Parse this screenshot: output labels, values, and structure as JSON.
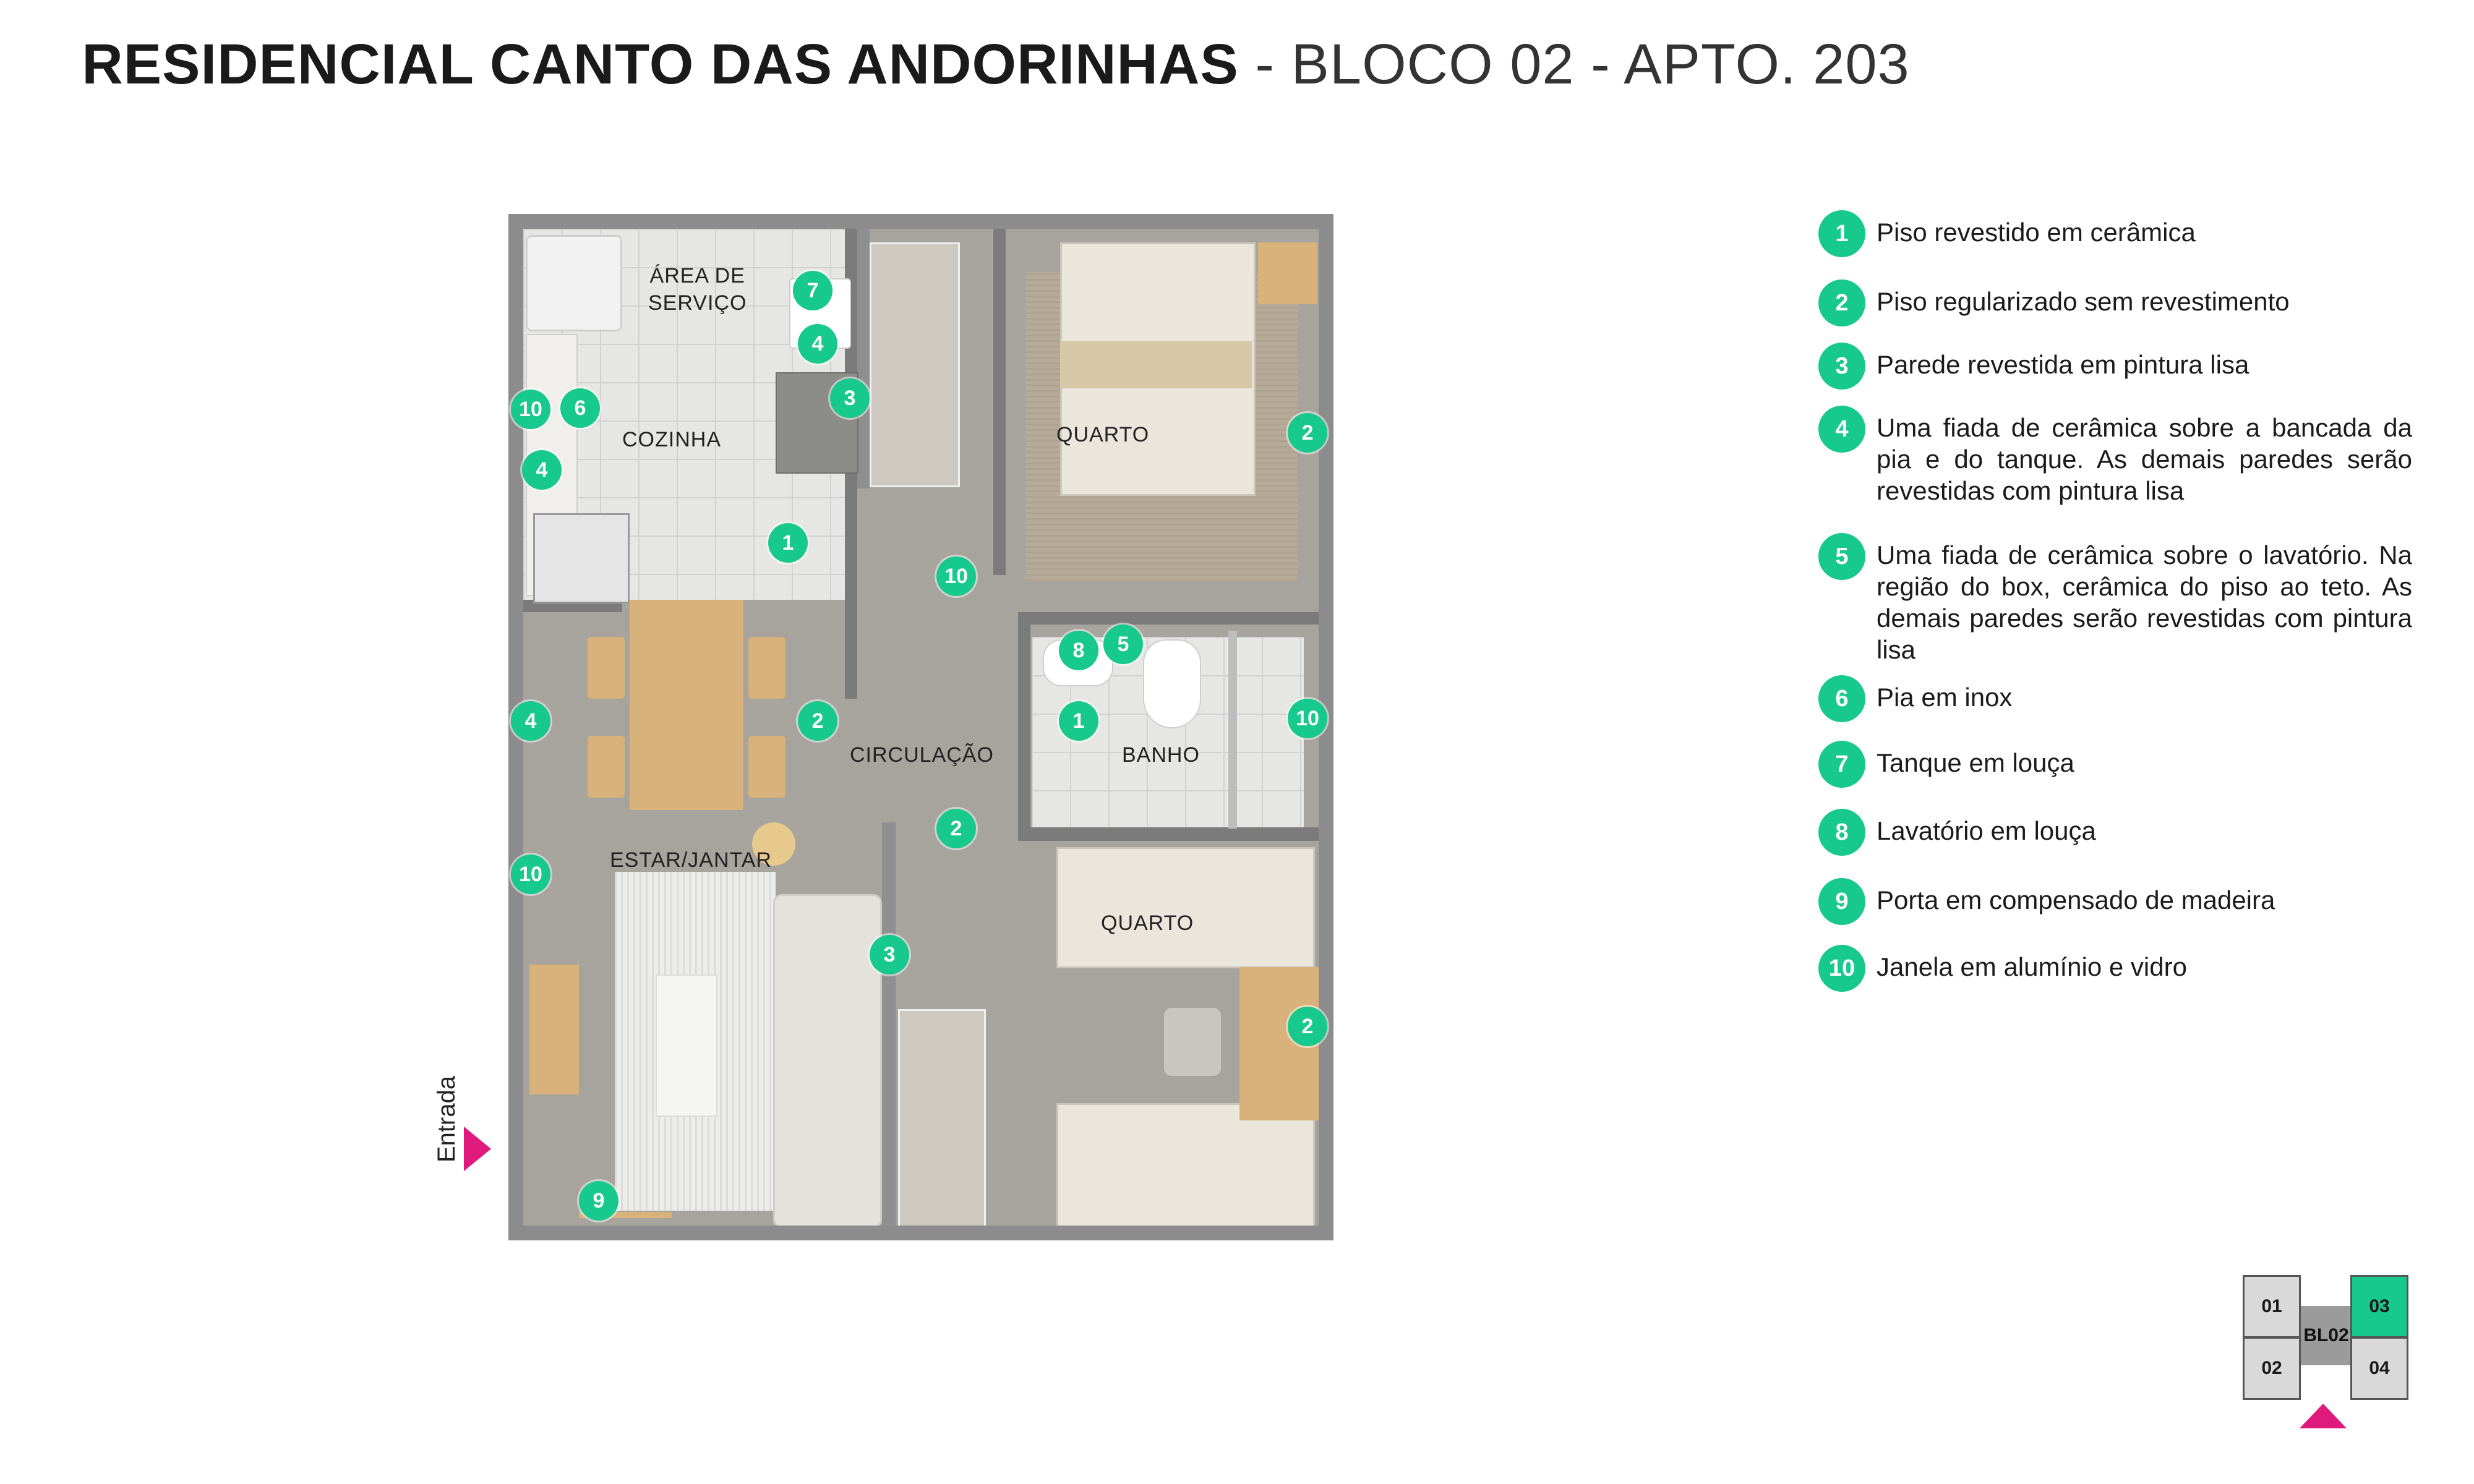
{
  "header": {
    "title_bold": "RESIDENCIAL CANTO DAS ANDORINHAS",
    "title_light": " - BLOCO 02 - APTO. 203"
  },
  "plan": {
    "rooms": {
      "area_servico": "ÁREA DE\nSERVIÇO",
      "cozinha": "COZINHA",
      "quarto_1": "QUARTO",
      "circulacao": "CIRCULAÇÃO",
      "banho": "BANHO",
      "estar_jantar": "ESTAR/JANTAR",
      "quarto_2": "QUARTO"
    },
    "markers": [
      "7",
      "4",
      "3",
      "10",
      "6",
      "4",
      "1",
      "2",
      "10",
      "8",
      "5",
      "2",
      "1",
      "10",
      "4",
      "2",
      "10",
      "2",
      "3",
      "10",
      "9"
    ],
    "entrance_label": "Entrada"
  },
  "legend": [
    {
      "num": "1",
      "text": "Piso revestido em cerâmica"
    },
    {
      "num": "2",
      "text": "Piso regularizado sem revestimento"
    },
    {
      "num": "3",
      "text": "Parede revestida em pintura lisa"
    },
    {
      "num": "4",
      "text": "Uma fiada de cerâmica sobre a bancada da pia e do tanque. As demais paredes serão revestidas com pintura lisa"
    },
    {
      "num": "5",
      "text": "Uma fiada de cerâmica sobre o lavatório. Na região do box, cerâmica do piso ao teto. As demais paredes serão revestidas com pintura lisa"
    },
    {
      "num": "6",
      "text": "Pia em inox"
    },
    {
      "num": "7",
      "text": "Tanque em louça"
    },
    {
      "num": "8",
      "text": "Lavatório em louça"
    },
    {
      "num": "9",
      "text": "Porta em compensado de madeira"
    },
    {
      "num": "10",
      "text": "Janela em alumínio e vidro"
    }
  ],
  "block_key": {
    "units": [
      "01",
      "02",
      "03",
      "04"
    ],
    "core_label": "BL02",
    "active_unit": "03"
  },
  "colors": {
    "accent_green": "#17c98c",
    "accent_pink": "#e0197d"
  }
}
